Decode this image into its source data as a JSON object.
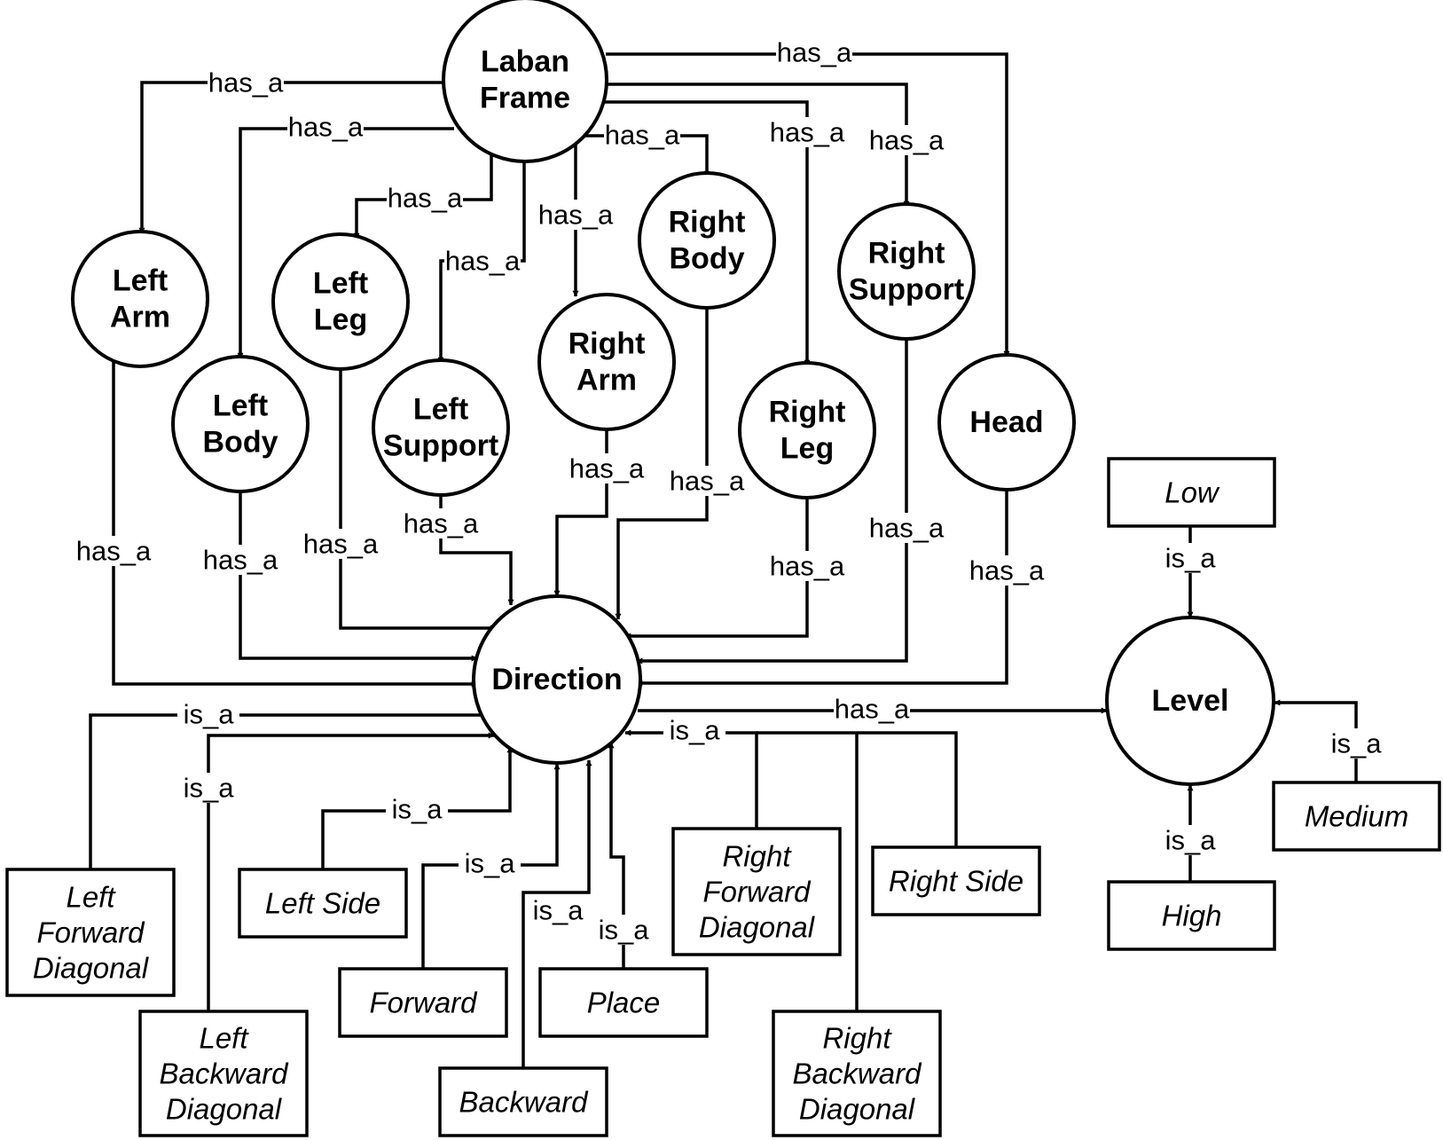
{
  "nodes": {
    "laban_frame": {
      "lines": [
        "Laban",
        "Frame"
      ]
    },
    "left_arm": {
      "lines": [
        "Left",
        "Arm"
      ]
    },
    "left_body": {
      "lines": [
        "Left",
        "Body"
      ]
    },
    "left_leg": {
      "lines": [
        "Left",
        "Leg"
      ]
    },
    "left_support": {
      "lines": [
        "Left",
        "Support"
      ]
    },
    "right_arm": {
      "lines": [
        "Right",
        "Arm"
      ]
    },
    "right_body": {
      "lines": [
        "Right",
        "Body"
      ]
    },
    "right_leg": {
      "lines": [
        "Right",
        "Leg"
      ]
    },
    "right_support": {
      "lines": [
        "Right",
        "Support"
      ]
    },
    "head": {
      "lines": [
        "Head"
      ]
    },
    "direction": {
      "lines": [
        "Direction"
      ]
    },
    "level": {
      "lines": [
        "Level"
      ]
    },
    "low": {
      "lines": [
        "Low"
      ]
    },
    "medium": {
      "lines": [
        "Medium"
      ]
    },
    "high": {
      "lines": [
        "High"
      ]
    },
    "left_forward_diagonal": {
      "lines": [
        "Left",
        "Forward",
        "Diagonal"
      ]
    },
    "left_backward_diagonal": {
      "lines": [
        "Left",
        "Backward",
        "Diagonal"
      ]
    },
    "left_side": {
      "lines": [
        "Left Side"
      ]
    },
    "forward": {
      "lines": [
        "Forward"
      ]
    },
    "backward": {
      "lines": [
        "Backward"
      ]
    },
    "place": {
      "lines": [
        "Place"
      ]
    },
    "right_forward_diagonal": {
      "lines": [
        "Right",
        "Forward",
        "Diagonal"
      ]
    },
    "right_side": {
      "lines": [
        "Right Side"
      ]
    },
    "right_backward_diagonal": {
      "lines": [
        "Right",
        "Backward",
        "Diagonal"
      ]
    }
  },
  "edges": [
    {
      "id": "frame-left_arm",
      "from": "laban_frame",
      "to": "left_arm",
      "label": "has_a"
    },
    {
      "id": "frame-left_body",
      "from": "laban_frame",
      "to": "left_body",
      "label": "has_a"
    },
    {
      "id": "frame-left_leg",
      "from": "laban_frame",
      "to": "left_leg",
      "label": "has_a"
    },
    {
      "id": "frame-left_support",
      "from": "laban_frame",
      "to": "left_support",
      "label": "has_a"
    },
    {
      "id": "frame-right_arm",
      "from": "laban_frame",
      "to": "right_arm",
      "label": "has_a"
    },
    {
      "id": "frame-right_body",
      "from": "laban_frame",
      "to": "right_body",
      "label": "has_a"
    },
    {
      "id": "frame-right_leg",
      "from": "laban_frame",
      "to": "right_leg",
      "label": "has_a"
    },
    {
      "id": "frame-right_support",
      "from": "laban_frame",
      "to": "right_support",
      "label": "has_a"
    },
    {
      "id": "frame-head",
      "from": "laban_frame",
      "to": "head",
      "label": "has_a"
    },
    {
      "id": "left_arm-direction",
      "from": "left_arm",
      "to": "direction",
      "label": "has_a"
    },
    {
      "id": "left_body-direction",
      "from": "left_body",
      "to": "direction",
      "label": "has_a"
    },
    {
      "id": "left_leg-direction",
      "from": "left_leg",
      "to": "direction",
      "label": "has_a"
    },
    {
      "id": "left_support-direction",
      "from": "left_support",
      "to": "direction",
      "label": "has_a"
    },
    {
      "id": "right_arm-direction",
      "from": "right_arm",
      "to": "direction",
      "label": "has_a"
    },
    {
      "id": "right_body-direction",
      "from": "right_body",
      "to": "direction",
      "label": "has_a"
    },
    {
      "id": "right_leg-direction",
      "from": "right_leg",
      "to": "direction",
      "label": "has_a"
    },
    {
      "id": "right_support-direction",
      "from": "right_support",
      "to": "direction",
      "label": "has_a"
    },
    {
      "id": "head-direction",
      "from": "head",
      "to": "direction",
      "label": "has_a"
    },
    {
      "id": "direction-level",
      "from": "direction",
      "to": "level",
      "label": "has_a"
    },
    {
      "id": "low-level",
      "from": "low",
      "to": "level",
      "label": "is_a"
    },
    {
      "id": "medium-level",
      "from": "medium",
      "to": "level",
      "label": "is_a"
    },
    {
      "id": "high-level",
      "from": "high",
      "to": "level",
      "label": "is_a"
    },
    {
      "id": "left_forward_diagonal-direction",
      "from": "left_forward_diagonal",
      "to": "direction",
      "label": "is_a"
    },
    {
      "id": "left_backward_diagonal-direction",
      "from": "left_backward_diagonal",
      "to": "direction",
      "label": "is_a"
    },
    {
      "id": "left_side-direction",
      "from": "left_side",
      "to": "direction",
      "label": "is_a"
    },
    {
      "id": "forward-direction",
      "from": "forward",
      "to": "direction",
      "label": "is_a"
    },
    {
      "id": "backward-direction",
      "from": "backward",
      "to": "direction",
      "label": "is_a"
    },
    {
      "id": "place-direction",
      "from": "place",
      "to": "direction",
      "label": "is_a"
    },
    {
      "id": "right_diagonals_side-direction",
      "from": [
        "right_forward_diagonal",
        "right_side",
        "right_backward_diagonal"
      ],
      "to": "direction",
      "label": "is_a"
    }
  ]
}
